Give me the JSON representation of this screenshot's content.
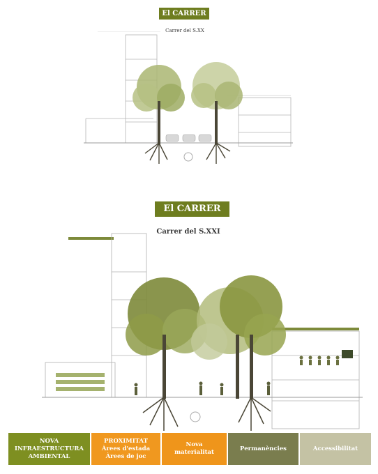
{
  "top_section": {
    "badge": "El CARRER",
    "caption": "Carrer del S.XX"
  },
  "bottom_section": {
    "badge": "El CARRER",
    "caption": "Carrer del S.XXI"
  },
  "colors": {
    "badge": "#6e7d1f",
    "tree_dark": "#7d8a3a",
    "tree_light": "#aab672"
  },
  "legend": [
    {
      "lines": [
        "NOVA",
        "INFRAESTRUCTURA",
        "AMBIENTAL"
      ],
      "color": "#7e8f21"
    },
    {
      "lines": [
        "PROXIMITAT",
        "Àrees d'estada",
        "Àrees de joc"
      ],
      "color": "#f0981f"
    },
    {
      "lines": [
        "Nova",
        "materialitat"
      ],
      "color": "#ef951b"
    },
    {
      "lines": [
        "Permanències"
      ],
      "color": "#7a7d4e"
    },
    {
      "lines": [
        "Accessibilitat"
      ],
      "color": "#c4c2a4"
    }
  ]
}
